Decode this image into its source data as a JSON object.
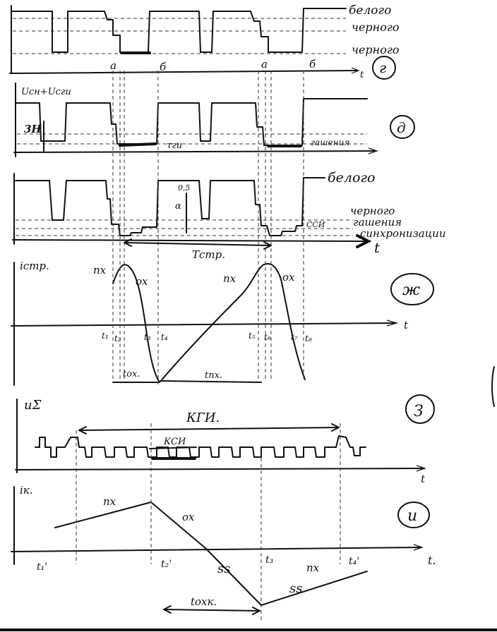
{
  "panel_g": {
    "label": "г",
    "level_white": "белого",
    "level_black_top": "черного",
    "level_black_bottom": "черного",
    "mark_a1": "а",
    "mark_b1": "б",
    "mark_a2": "а",
    "mark_b2": "б",
    "axis_t": "t"
  },
  "panel_d": {
    "label": "д",
    "ylabel": "Uсн+Uсги",
    "amp": "3Н",
    "t_gi": "τги",
    "level_blanking": "гашения"
  },
  "panel_e": {
    "level_white": "белого",
    "level_black": "черного",
    "level_blanking": "гашения",
    "level_sync": "синхронизации",
    "amp_small": "0,5",
    "amp_mark": "α",
    "sgi": "ССИ",
    "t_str": "Тстр.",
    "axis_t": "t"
  },
  "panel_zh": {
    "label": "ж",
    "ylabel": "iстр.",
    "fwd1": "пх",
    "rev1": "ох",
    "fwd2": "пх",
    "rev2": "ох",
    "ticks": [
      "t₁",
      "t₂",
      "t₃",
      "t₄",
      "t₅",
      "t₆",
      "t₇",
      "t₈"
    ],
    "t_ox": "tох.",
    "t_px": "tпх.",
    "axis_t": "t"
  },
  "panel_z": {
    "label": "З",
    "ylabel": "uΣ",
    "kgi": "КГИ.",
    "kci": "КСИ",
    "axis_t": "t"
  },
  "panel_i": {
    "label": "и",
    "ylabel": "iк.",
    "fwd": "пх",
    "rev": "ох",
    "ss1": "ss",
    "fwd2": "пх",
    "ss2": "ss",
    "ticks": [
      "t₁'",
      "t₂'",
      "t₃",
      "t₄'"
    ],
    "t_ox": "tохк.",
    "axis_t": "t."
  }
}
